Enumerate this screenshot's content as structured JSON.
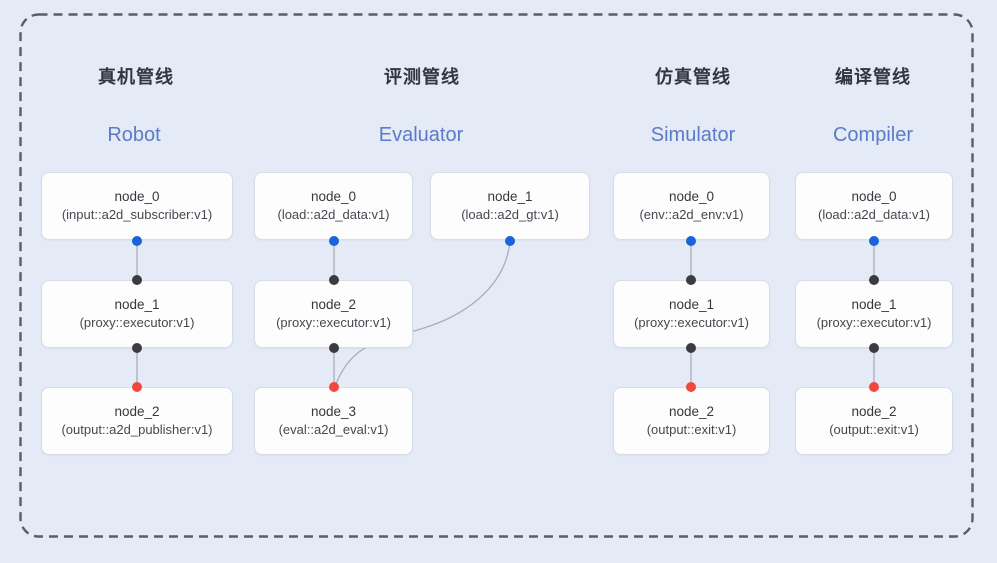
{
  "canvas": {
    "background_color": "#e5eaf7",
    "dashed_border_color": "#5a5e64",
    "edge_color": "#a9aeb9",
    "node_background": "#fdfdfe",
    "node_border_color": "#d8dce5",
    "header_en_color": "#5b7ac8",
    "handle_colors": {
      "source_blue": "#1a63da",
      "proxy_dark": "#3c3c3e",
      "target_red": "#f2473f"
    }
  },
  "pipelines": [
    {
      "id": "robot",
      "title_zh": "真机管线",
      "title_en": "Robot",
      "nodes": [
        {
          "title": "node_0",
          "subtitle": "(input::a2d_subscriber:v1)"
        },
        {
          "title": "node_1",
          "subtitle": "(proxy::executor:v1)"
        },
        {
          "title": "node_2",
          "subtitle": "(output::a2d_publisher:v1)"
        }
      ],
      "edges": [
        "node_0 -> node_1",
        "node_1 -> node_2"
      ]
    },
    {
      "id": "evaluator",
      "title_zh": "评测管线",
      "title_en": "Evaluator",
      "nodes": [
        {
          "title": "node_0",
          "subtitle": "(load::a2d_data:v1)"
        },
        {
          "title": "node_1",
          "subtitle": "(load::a2d_gt:v1)"
        },
        {
          "title": "node_2",
          "subtitle": "(proxy::executor:v1)"
        },
        {
          "title": "node_3",
          "subtitle": "(eval::a2d_eval:v1)"
        }
      ],
      "edges": [
        "node_0 -> node_2",
        "node_2 -> node_3",
        "node_1 -> node_3"
      ]
    },
    {
      "id": "simulator",
      "title_zh": "仿真管线",
      "title_en": "Simulator",
      "nodes": [
        {
          "title": "node_0",
          "subtitle": "(env::a2d_env:v1)"
        },
        {
          "title": "node_1",
          "subtitle": "(proxy::executor:v1)"
        },
        {
          "title": "node_2",
          "subtitle": "(output::exit:v1)"
        }
      ],
      "edges": [
        "node_0 -> node_1",
        "node_1 -> node_2"
      ]
    },
    {
      "id": "compiler",
      "title_zh": "编译管线",
      "title_en": "Compiler",
      "nodes": [
        {
          "title": "node_0",
          "subtitle": "(load::a2d_data:v1)"
        },
        {
          "title": "node_1",
          "subtitle": "(proxy::executor:v1)"
        },
        {
          "title": "node_2",
          "subtitle": "(output::exit:v1)"
        }
      ],
      "edges": [
        "node_0 -> node_1",
        "node_1 -> node_2"
      ]
    }
  ]
}
